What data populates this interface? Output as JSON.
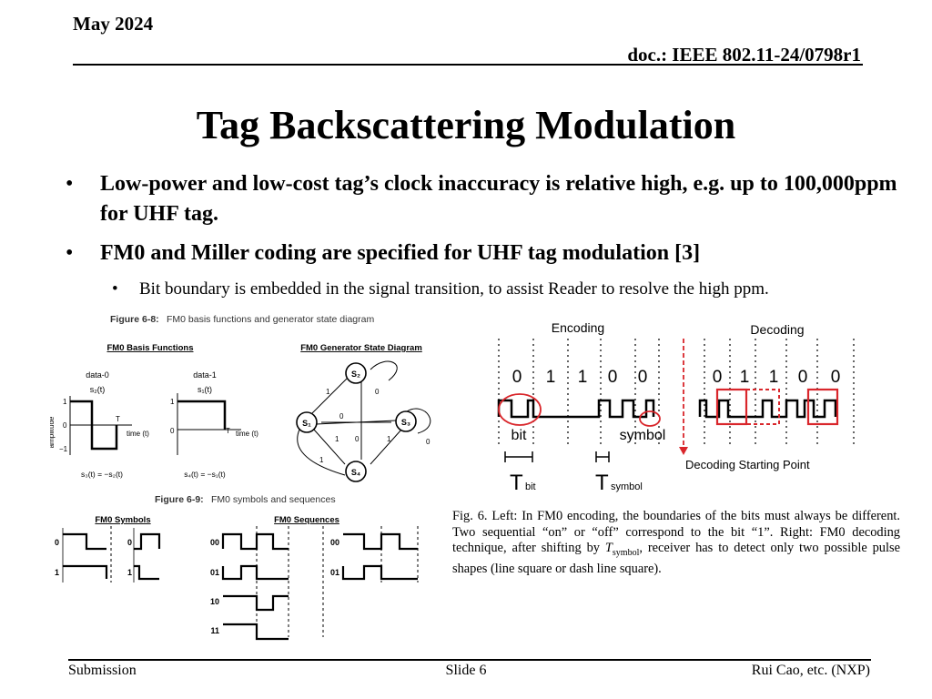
{
  "header": {
    "date": "May 2024",
    "doc": "doc.: IEEE 802.11-24/0798r1"
  },
  "title": "Tag Backscattering Modulation",
  "bullets": [
    {
      "text": "Low-power and low-cost tag’s clock inaccuracy is relative high, e.g. up to 100,000ppm for UHF tag."
    },
    {
      "text": "FM0 and Miller coding are specified for UHF tag modulation [3]"
    }
  ],
  "sub_bullet": "Bit boundary is embedded in the signal transition, to assist Reader to resolve the high ppm.",
  "bullet_glyph": "•",
  "left_figure": {
    "fig68_label": "Figure 6-8:",
    "fig68_text": "FM0 basis functions and generator state diagram",
    "basis_title": "FM0 Basis Functions",
    "state_title": "FM0 Generator State Diagram",
    "data0": "data-0",
    "data1": "data-1",
    "s2t": "s₂(t)",
    "s1t": "s₁(t)",
    "amp_label": "amplitude",
    "y_pos": "1",
    "y_zero": "0",
    "y_neg": "−1",
    "t_label": "T",
    "time_label": "time (t)",
    "s3eq": "s₃(t) = −s₂(t)",
    "s4eq": "s₄(t) = −s₁(t)",
    "states": [
      "S₁",
      "S₂",
      "S₃",
      "S₄"
    ],
    "edge_one": "1",
    "edge_zero": "0",
    "fig69_label": "Figure 6-9:",
    "fig69_text": "FM0 symbols and sequences",
    "symbols_title": "FM0 Symbols",
    "sequences_title": "FM0 Sequences",
    "sym_rows": [
      "0",
      "1"
    ],
    "seq_rows": [
      "00",
      "01",
      "10",
      "11"
    ]
  },
  "right_figure": {
    "encoding": "Encoding",
    "decoding": "Decoding",
    "enc_bits": [
      "0",
      "1",
      "1",
      "0",
      "0"
    ],
    "dec_bits": [
      "0",
      "1",
      "1",
      "0",
      "0"
    ],
    "bit_label": "bit",
    "symbol_label": "symbol",
    "t_bit": "T",
    "t_bit_sub": "bit",
    "t_symbol": "T",
    "t_symbol_sub": "symbol",
    "start_point": "Decoding Starting Point"
  },
  "caption": {
    "prefix": "Fig. 6.   Left: In FM0 encoding, the boundaries of the bits must always be different. Two sequential “on” or “off” correspond to the bit “1”. Right: FM0 decoding technique, after shifting by ",
    "var": "T",
    "var_sub": "symbol",
    "suffix": ", receiver has to detect only two possible pulse shapes (line square or dash line square)."
  },
  "footer": {
    "left": "Submission",
    "center": "Slide 6",
    "right": "Rui Cao, etc. (NXP)"
  },
  "colors": {
    "accent_red": "#d9262b",
    "wave": "#000000"
  }
}
